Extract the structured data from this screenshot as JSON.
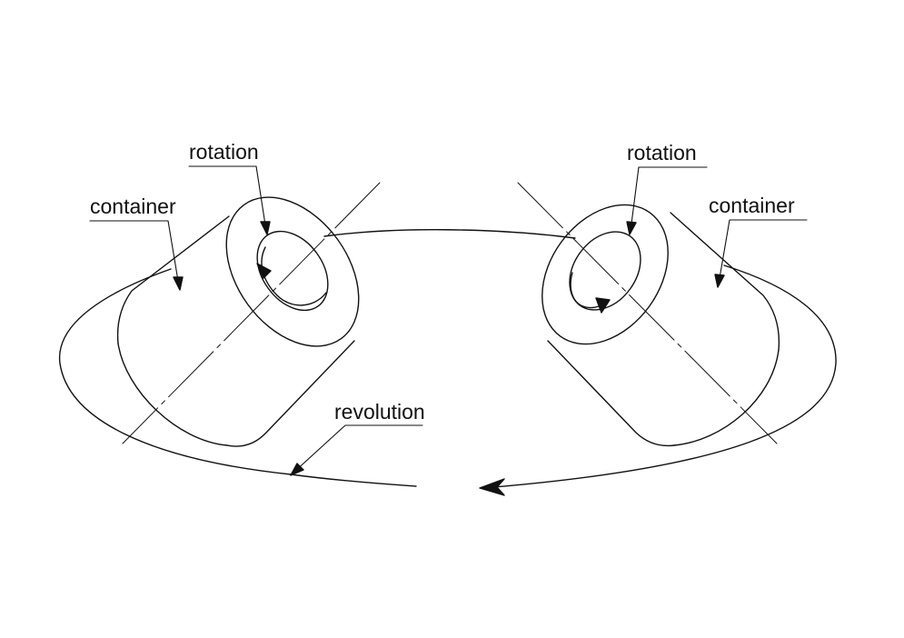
{
  "labels": {
    "left_rotation": "rotation",
    "left_container": "container",
    "right_rotation": "rotation",
    "right_container": "container",
    "revolution": "revolution"
  },
  "colors": {
    "stroke": "#111111",
    "background": "#ffffff"
  }
}
